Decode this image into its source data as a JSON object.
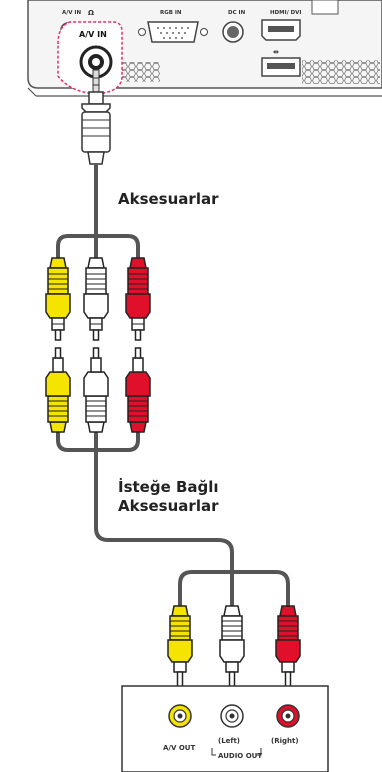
{
  "projector": {
    "port_labels": {
      "av_in": "A/V IN",
      "headphone": "Ω",
      "rgb_in": "RGB IN",
      "dc_in": "DC IN",
      "hdmi_dvi": "HDMI/ DVI",
      "usb": "⇹"
    },
    "av_in_callout": "A/V IN"
  },
  "labels": {
    "accessories": "Aksesuarlar",
    "optional_line1": "İsteğe Bağlı",
    "optional_line2": "Aksesuarlar"
  },
  "device": {
    "av_out": "A/V OUT",
    "left": "(Left)",
    "right": "(Right)",
    "audio_out": "AUDIO OUT"
  },
  "colors": {
    "yellow": "#f4e400",
    "white": "#ffffff",
    "red": "#e0102a",
    "cable": "#555555",
    "callout": "#e0306a"
  }
}
